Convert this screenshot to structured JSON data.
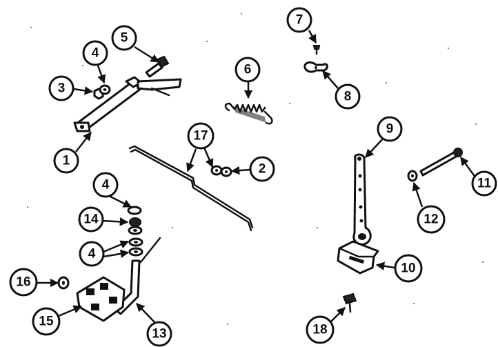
{
  "callouts": {
    "c1": "1",
    "c2": "2",
    "c3": "3",
    "c4a": "4",
    "c4b": "4",
    "c4c": "4",
    "c5": "5",
    "c6": "6",
    "c7": "7",
    "c8": "8",
    "c9": "9",
    "c10": "10",
    "c11": "11",
    "c12": "12",
    "c13": "13",
    "c14": "14",
    "c15": "15",
    "c16": "16",
    "c17": "17",
    "c18": "18"
  },
  "colors": {
    "ink": "#111111",
    "paper": "#ffffff"
  }
}
